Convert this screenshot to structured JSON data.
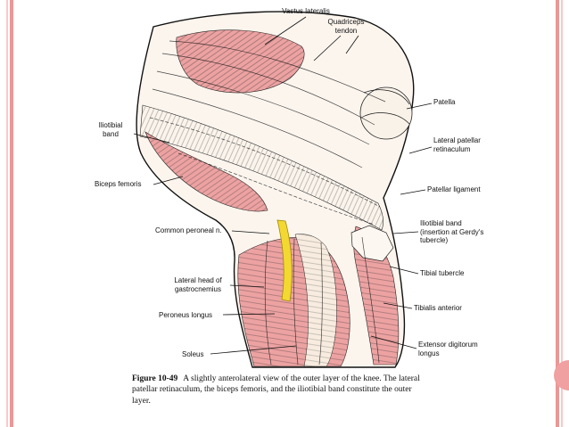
{
  "slide": {
    "bg": "#ffffff",
    "accent_light": "#f6c9c9",
    "accent_dark": "#ec9696",
    "nav_button_color": "#f0a0a0"
  },
  "figure": {
    "colors": {
      "muscle_pink": "#eda2a2",
      "fascia_white": "#fbf4ec",
      "nerve_yellow": "#f3d832",
      "ink": "#1a1a1a"
    },
    "labels": [
      {
        "id": "vastus-lateralis",
        "text": "Vastus lateralis"
      },
      {
        "id": "quadriceps-tendon",
        "text": "Quadriceps\ntendon"
      },
      {
        "id": "patella",
        "text": "Patella"
      },
      {
        "id": "lateral-patellar-retinaculum",
        "text": "Lateral patellar\nretinaculum"
      },
      {
        "id": "patellar-ligament",
        "text": "Patellar ligament"
      },
      {
        "id": "iliotibial-band-insertion",
        "text": "Iliotibial band\n(insertion at Gerdy's\ntubercle)"
      },
      {
        "id": "tibial-tubercle",
        "text": "Tibial tubercle"
      },
      {
        "id": "tibialis-anterior",
        "text": "Tibialis anterior"
      },
      {
        "id": "extensor-digitorum-longus",
        "text": "Extensor digitorum\nlongus"
      },
      {
        "id": "iliotibial-band",
        "text": "Iliotibial\nband"
      },
      {
        "id": "biceps-femoris",
        "text": "Biceps femoris"
      },
      {
        "id": "common-peroneal-nerve",
        "text": "Common peroneal n."
      },
      {
        "id": "lateral-head-of-gastrocnemius",
        "text": "Lateral head of\ngastrocnemius"
      },
      {
        "id": "peroneus-longus",
        "text": "Peroneus longus"
      },
      {
        "id": "soleus",
        "text": "Soleus"
      }
    ],
    "caption": {
      "figure_number": "Figure 10-49",
      "text": "A slightly anterolateral view of the outer layer of the knee. The lateral patellar retinaculum, the biceps femoris, and the iliotibial band constitute the outer layer."
    }
  }
}
